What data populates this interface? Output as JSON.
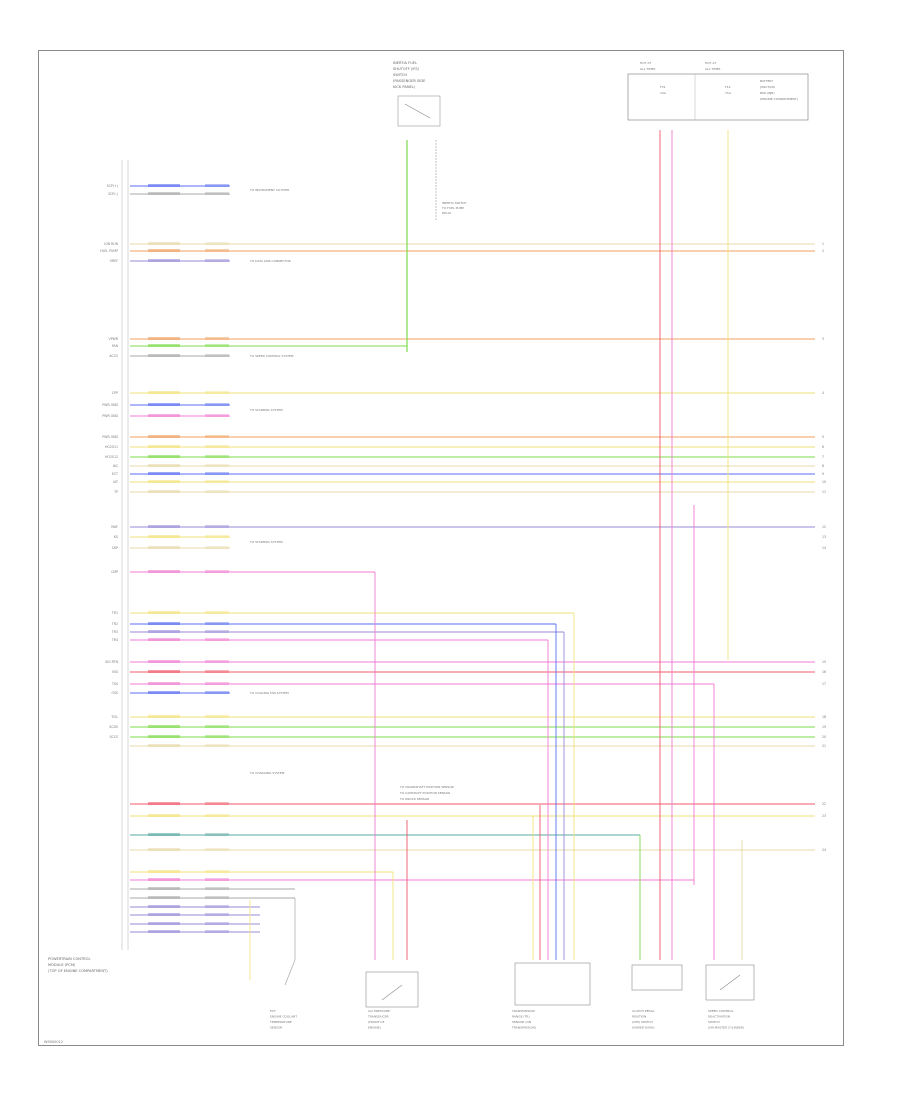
{
  "doc_id": "W9000012",
  "ecm_caption": [
    "POWERTRAIN CONTROL",
    "MODULE (PCM)",
    "(TOP OF ENGINE COMPARTMENT)"
  ],
  "top_switch_caption": [
    "INERTIA FUEL",
    "SHUTOFF (IFS)",
    "SWITCH",
    "(PASSENGER SIDE",
    "KICK PANEL)"
  ],
  "fuse_box_caption": [
    "BATTERY",
    "JUNCTION",
    "BOX (BJB)",
    "(ENGINE COMPARTMENT)"
  ],
  "fuse_left": [
    "HOT AT",
    "ALL TIMES",
    "F31",
    "10A"
  ],
  "fuse_right": [
    "HOT AT",
    "ALL TIMES",
    "F12",
    "15A"
  ],
  "bottom_components": [
    {
      "id": "ect",
      "lines": [
        "ECT",
        "ENGINE COOLANT",
        "TEMPERATURE",
        "SENSOR"
      ]
    },
    {
      "id": "ac",
      "lines": [
        "A/C PRESSURE",
        "TRANSDUCER",
        "(FRONT OF",
        "ENGINE)"
      ]
    },
    {
      "id": "trs",
      "lines": [
        "TRANSMISSION",
        "RANGE (TR)",
        "SENSOR (ON",
        "TRANSMISSION)"
      ]
    },
    {
      "id": "clutch",
      "lines": [
        "CLUTCH PEDAL",
        "POSITION",
        "(CPP) SWITCH",
        "(UNDER DASH)"
      ]
    },
    {
      "id": "speed",
      "lines": [
        "SPEED CONTROL",
        "DEACTIVATION",
        "SWITCH",
        "(ON MASTER CYLINDER)"
      ]
    }
  ],
  "side_note": [
    "INERTIA SWITCH",
    "TO FUEL PUMP",
    "RELAY"
  ],
  "notes": [
    {
      "id": "n1",
      "text": "TO INSTRUMENT CLUSTER"
    },
    {
      "id": "n2",
      "text": "TO DATA LINK CONNECTOR"
    },
    {
      "id": "n3",
      "text": "TO SPEED CONTROL SYSTEM"
    },
    {
      "id": "n4",
      "text": "TO STARTING SYSTEM"
    },
    {
      "id": "n5",
      "text": "TO STARTING SYSTEM"
    },
    {
      "id": "n6",
      "text": "TO COOLING FAN SYSTEM"
    },
    {
      "id": "n7",
      "text": "TO CHARGING SYSTEM"
    }
  ],
  "center_note": [
    "TO CRANKSHAFT POSITION SENSOR",
    "TO CAMSHAFT POSITION SENSOR",
    "TO KNOCK SENSOR"
  ],
  "left_labels": [
    "SCP(+)",
    "SCP(-)",
    "IGN RUN",
    "FUEL PUMP",
    "VREF",
    "VPWR",
    "FAN",
    "ACCS",
    "CPP",
    "PWR GND",
    "PWR GND",
    "PWR GND",
    "HO2S11",
    "HO2S12",
    "IAC",
    "ECT",
    "IAT",
    "TP",
    "MAF",
    "KS",
    "CKP",
    "CMP",
    "TR1",
    "TR2",
    "TR3",
    "TR4",
    "SIG RTN",
    "VSS",
    "TSS",
    "OSS",
    "TCIL",
    "SCDS",
    "SCCS"
  ],
  "right_nums": [
    "1",
    "2",
    "3",
    "4",
    "5",
    "6",
    "7",
    "8",
    "9",
    "10",
    "11",
    "12",
    "13",
    "14",
    "15",
    "16",
    "17",
    "18",
    "19",
    "20",
    "21",
    "22",
    "23",
    "24"
  ],
  "colors": {
    "green": "#7ddb4a",
    "pink": "#f07bd0",
    "red": "#f05a6a",
    "yellow": "#f2e27a",
    "tan": "#e8d9a8",
    "blue": "#5a6ef0",
    "lightblue": "#8fa8f5",
    "purple": "#9b8ad8",
    "gray": "#a8a8a8",
    "orange": "#f0a060",
    "teal": "#5aa8a0",
    "cyan": "#7fd0e0"
  }
}
